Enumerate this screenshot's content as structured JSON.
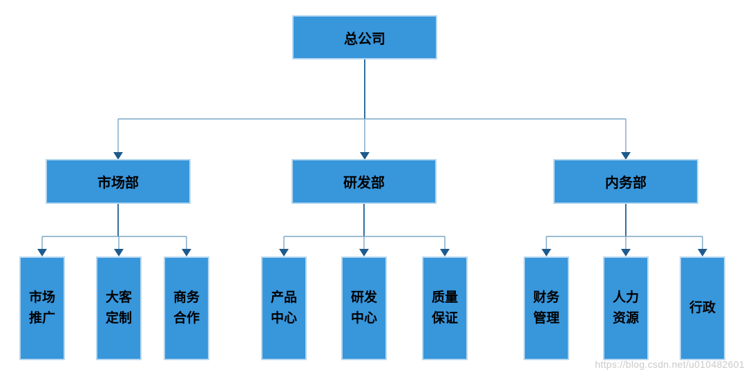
{
  "diagram": {
    "type": "org-chart",
    "root": {
      "label": "总公司"
    },
    "departments": [
      {
        "label": "市场部",
        "children": [
          {
            "label": "市场推广"
          },
          {
            "label": "大客定制"
          },
          {
            "label": "商务合作"
          }
        ]
      },
      {
        "label": "研发部",
        "children": [
          {
            "label": "产品中心"
          },
          {
            "label": "研发中心"
          },
          {
            "label": "质量保证"
          }
        ]
      },
      {
        "label": "内务部",
        "children": [
          {
            "label": "财务管理"
          },
          {
            "label": "人力资源"
          },
          {
            "label": "行政"
          }
        ]
      }
    ],
    "colors": {
      "box_fill": "#3896db",
      "box_border": "#b5d7f0",
      "connector_line": "#7aa6c4",
      "connector_stem": "#2f6e9e",
      "arrowhead": "#1e5a8c",
      "text": "#000000",
      "watermark": "#c4c4c4"
    },
    "watermark": "https://blog.csdn.net/u010482601"
  }
}
